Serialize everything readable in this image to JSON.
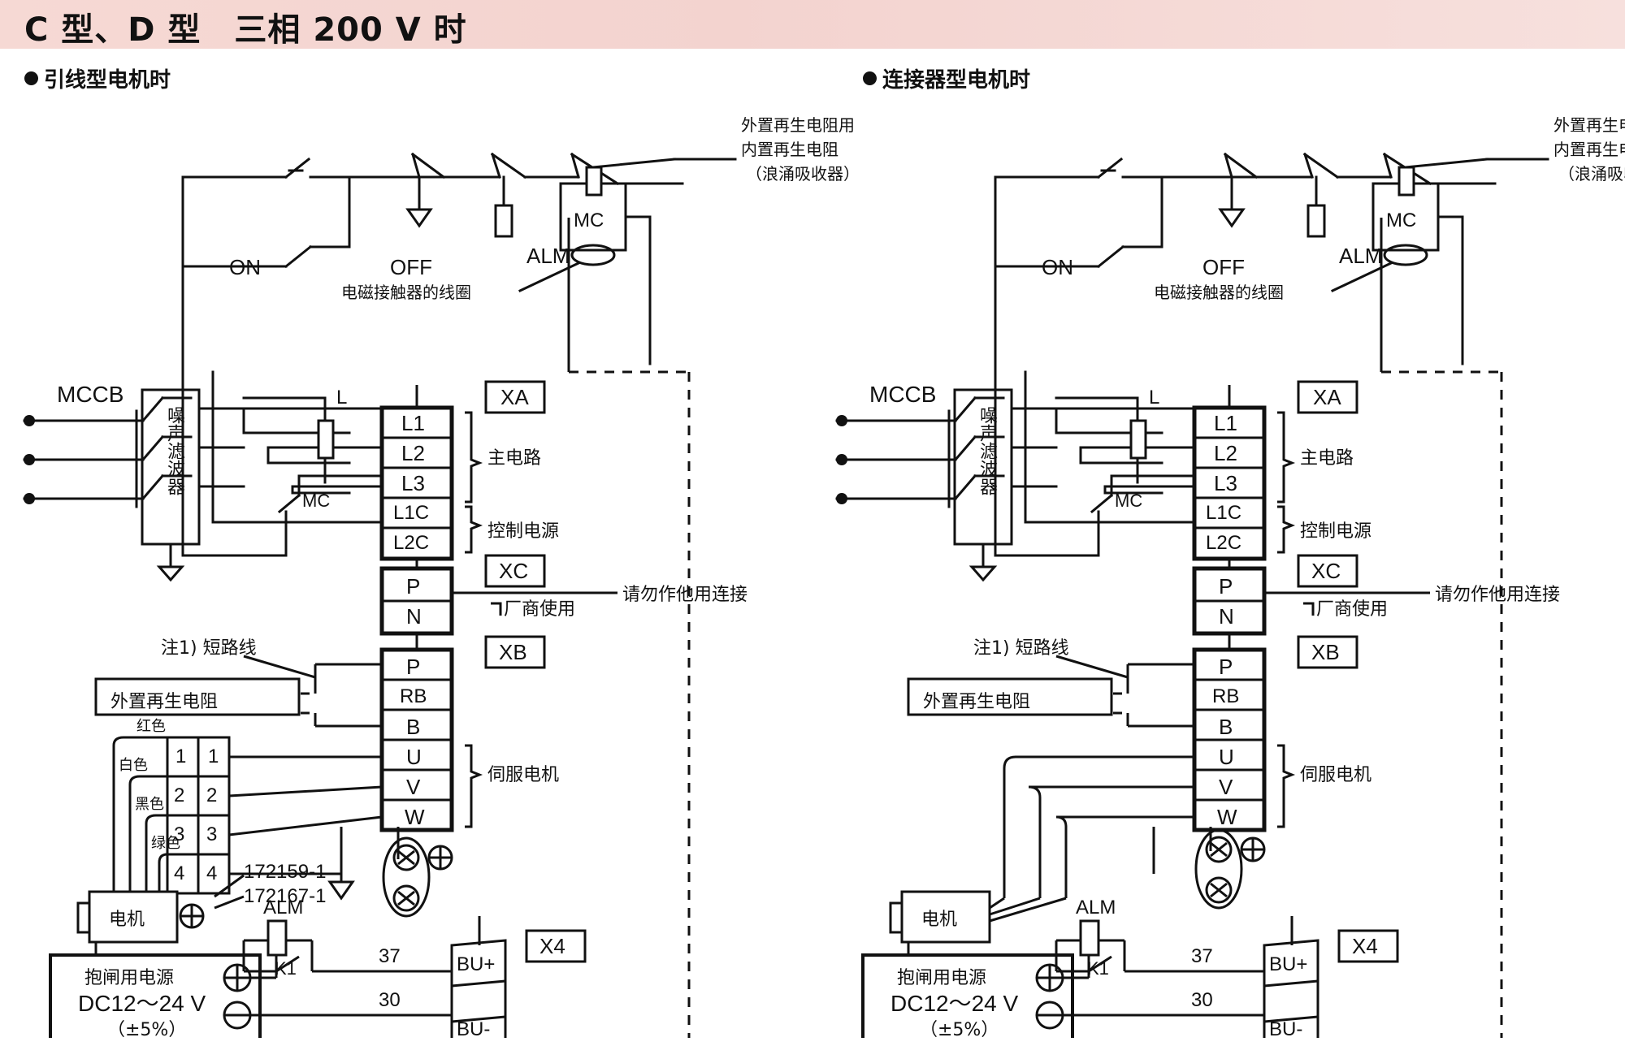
{
  "header": {
    "title": "C 型、D 型　三相 200 V 时",
    "background_color": "#f3d3cf"
  },
  "sections": [
    {
      "id": "left",
      "heading": "引线型电机时"
    },
    {
      "id": "right",
      "heading": "连接器型电机时"
    }
  ],
  "diagram": {
    "power_input": {
      "mccb_label": "MCCB",
      "noise_filter_label": "噪声滤波器",
      "phase_count": 3
    },
    "control_circuit": {
      "on_button": "ON",
      "off_button": "OFF",
      "alarm_contact": "ALM",
      "contactor_coil": "MC",
      "coil_note": "电磁接触器的线圈",
      "surge_note_line1": "外置再生电阻用",
      "surge_note_line2": "内置再生电阻",
      "surge_note_line3": "（浪涌吸收器）",
      "reactor_label": "L",
      "contactor_aux_label": "MC"
    },
    "terminal_blocks": [
      {
        "name": "XA",
        "pins": [
          "L1",
          "L2",
          "L3",
          "L1C",
          "L2C"
        ],
        "groups": [
          {
            "label": "主电路",
            "pins": [
              "L1",
              "L2",
              "L3"
            ]
          },
          {
            "label": "控制电源",
            "pins": [
              "L1C",
              "L2C"
            ]
          }
        ]
      },
      {
        "name": "XC",
        "pins": [
          "P",
          "N"
        ],
        "groups": [
          {
            "label": "厂商使用",
            "pins": [
              "P",
              "N"
            ]
          }
        ],
        "note": "请勿作他用连接"
      },
      {
        "name": "XB",
        "pins": [
          "P",
          "RB",
          "B",
          "U",
          "V",
          "W"
        ],
        "groups": [
          {
            "label": "伺服电机",
            "pins": [
              "U",
              "V",
              "W"
            ]
          }
        ]
      },
      {
        "name": "X4",
        "pins": [
          "BU+",
          "BU-"
        ],
        "pin_numbers": [
          "37",
          "30"
        ]
      }
    ],
    "regen": {
      "note_label": "注1) 短路线",
      "resistor_box": "外置再生电阻"
    },
    "brake_supply": {
      "title": "抱闸用电源",
      "voltage": "DC12～24 V",
      "tolerance": "（±5%）",
      "plus_terminal": "+",
      "minus_terminal": "-"
    },
    "brake_relay": {
      "coil": "ALM",
      "contact": "K1"
    },
    "motor": {
      "label": "电机",
      "lead_connector_pins": [
        "1",
        "2",
        "3",
        "4"
      ],
      "lead_wire_colors": [
        "红色",
        "白色",
        "黑色",
        "绿色"
      ],
      "connector_part_numbers": [
        "172159-1",
        "172167-1"
      ]
    }
  }
}
